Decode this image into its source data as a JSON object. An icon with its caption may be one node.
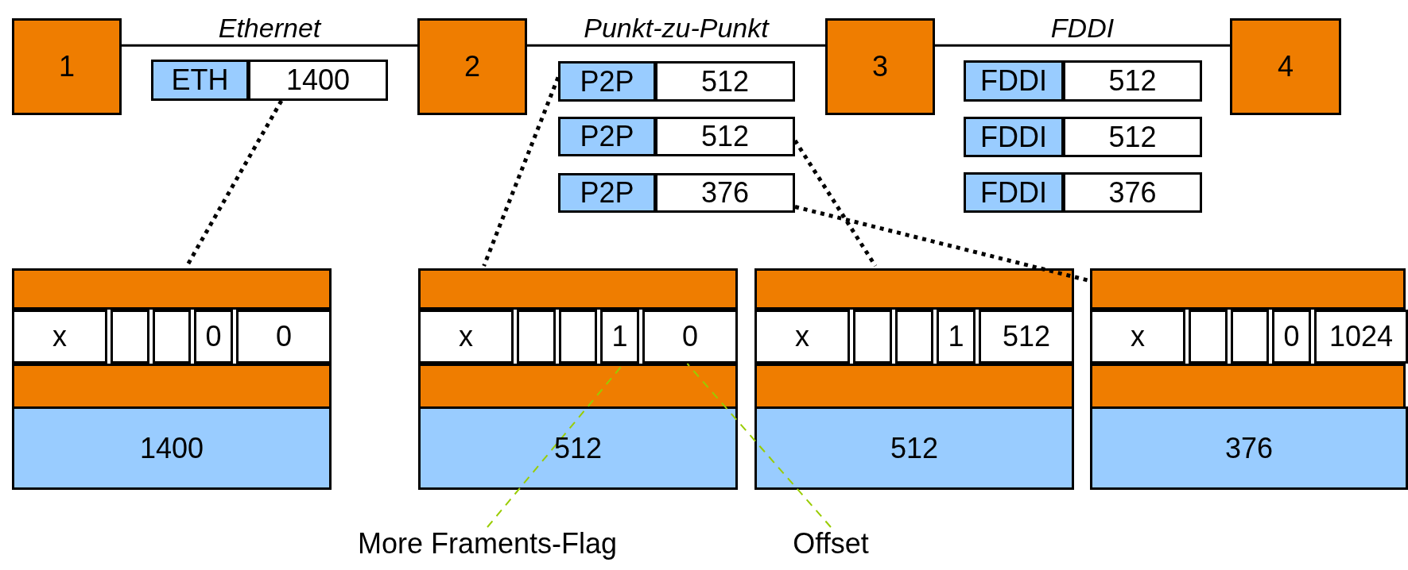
{
  "diagram": {
    "nodes": [
      {
        "text": [
          "1"
        ]
      },
      {
        "text": [
          "2"
        ]
      },
      {
        "text": [
          "3"
        ]
      },
      {
        "text": [
          "4"
        ]
      },
      {
        "text": [
          "ETH",
          "1400"
        ]
      },
      {
        "text": [
          "P2P",
          "512"
        ]
      },
      {
        "text": [
          "P2P",
          "512"
        ]
      },
      {
        "text": [
          "P2P",
          "376"
        ]
      },
      {
        "text": [
          "FDDI",
          "512"
        ]
      },
      {
        "text": [
          "FDDI",
          "512"
        ]
      },
      {
        "text": [
          "FDDI",
          "376"
        ]
      },
      {
        "text": [],
        "shape": "box"
      },
      {
        "text": [
          "x"
        ],
        "in": 11
      },
      {
        "text": [],
        "shape": "box",
        "in": 11
      },
      {
        "text": [],
        "shape": "box",
        "in": 11
      },
      {
        "text": [
          "0"
        ],
        "in": 11
      },
      {
        "text": [
          "0"
        ],
        "in": 11
      },
      {
        "text": [
          "1400"
        ]
      },
      {
        "text": [],
        "shape": "box"
      },
      {
        "text": [
          "x"
        ],
        "in": 18
      },
      {
        "text": [],
        "shape": "box",
        "in": 18
      },
      {
        "text": [],
        "shape": "box",
        "in": 18
      },
      {
        "text": [
          "1"
        ],
        "in": 18
      },
      {
        "text": [
          "0"
        ],
        "in": 18
      },
      {
        "text": [
          "512"
        ]
      },
      {
        "text": [],
        "shape": "box"
      },
      {
        "text": [
          "x"
        ],
        "in": 25
      },
      {
        "text": [],
        "shape": "box",
        "in": 25
      },
      {
        "text": [],
        "shape": "box",
        "in": 25
      },
      {
        "text": [
          "1"
        ],
        "in": 25
      },
      {
        "text": [
          "512"
        ],
        "in": 25
      },
      {
        "text": [
          "512"
        ]
      },
      {
        "text": [],
        "shape": "box"
      },
      {
        "text": [
          "x"
        ],
        "in": 32
      },
      {
        "text": [],
        "shape": "box",
        "in": 32
      },
      {
        "text": [],
        "shape": "box",
        "in": 32
      },
      {
        "text": [
          "0"
        ],
        "in": 32
      },
      {
        "text": [
          "1024"
        ],
        "in": 32
      },
      {
        "text": [
          "376"
        ]
      },
      {
        "text": [
          "More Framents-Flag"
        ]
      },
      {
        "text": [
          "Offset"
        ]
      }
    ],
    "edges": [
      {
        "from": 0,
        "to": 1,
        "arrow": "none",
        "label": "Ethernet"
      },
      {
        "from": 1,
        "to": 2,
        "arrow": "none",
        "label": "Punkt-zu-Punkt"
      },
      {
        "from": 2,
        "to": 3,
        "arrow": "none",
        "label": "FDDI"
      },
      {
        "from": 4,
        "to": 11,
        "arrow": "none",
        "style": "dashed"
      },
      {
        "from": 5,
        "to": 18,
        "arrow": "none",
        "style": "dashed"
      },
      {
        "from": 6,
        "to": 25,
        "arrow": "none",
        "style": "dashed"
      },
      {
        "from": 7,
        "to": 32,
        "arrow": "none",
        "style": "dashed"
      },
      {
        "from": 39,
        "to": 22,
        "arrow": "none",
        "style": "dashed",
        "color": "#99cc00"
      },
      {
        "from": 40,
        "to": 23,
        "arrow": "none",
        "style": "dashed",
        "color": "#99cc00"
      }
    ]
  }
}
